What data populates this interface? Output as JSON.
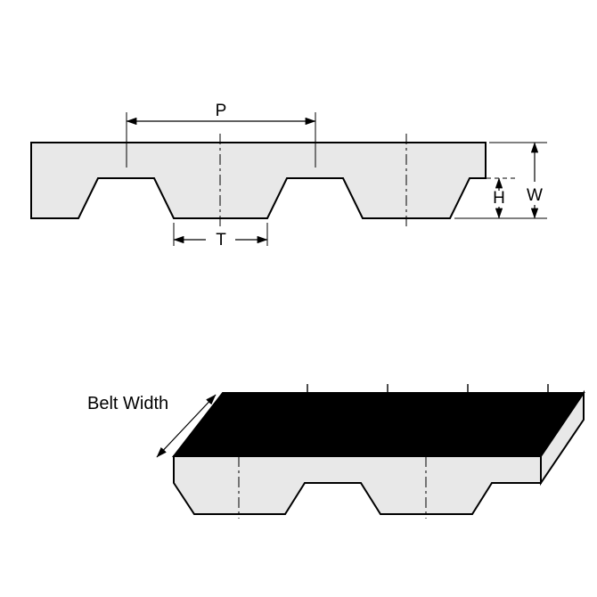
{
  "diagram": {
    "type": "timing-belt-dimension-diagram",
    "labels": {
      "pitch": "P",
      "tooth_width": "T",
      "tooth_height": "H",
      "belt_thickness": "W",
      "belt_width": "Belt Width"
    },
    "colors": {
      "belt_fill": "#e8e8e8",
      "top_face_fill": "#000000",
      "outline": "#000000"
    }
  }
}
